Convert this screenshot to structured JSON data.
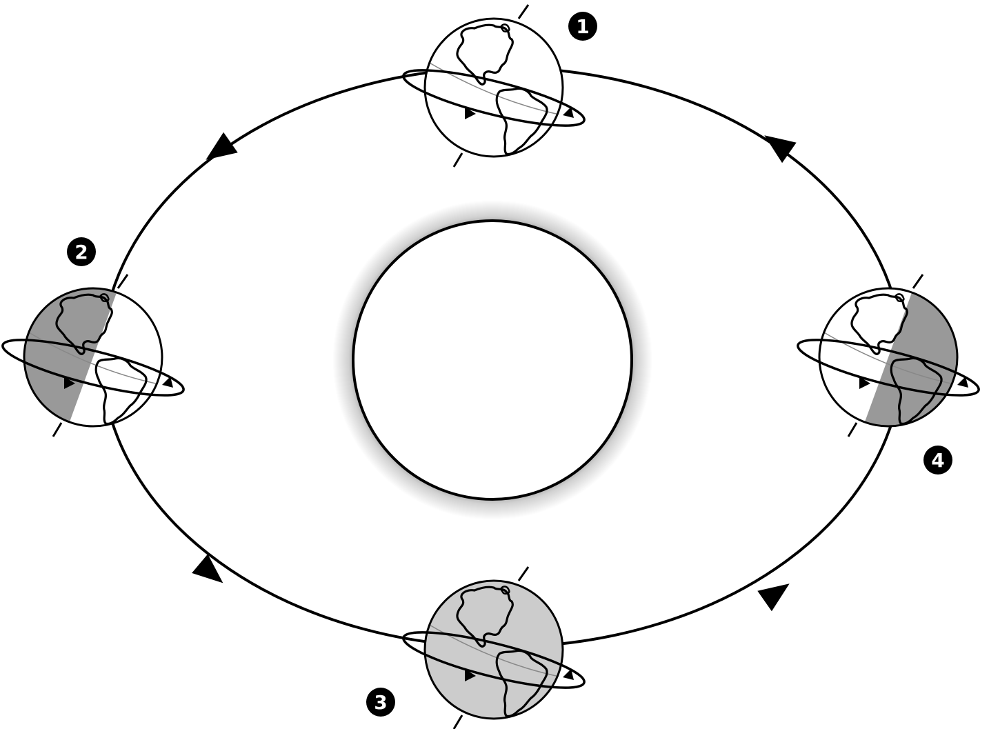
{
  "diagram": {
    "earths": [
      {
        "id": "1",
        "label": "1",
        "shading": "none"
      },
      {
        "id": "2",
        "label": "2",
        "shading": "left-half"
      },
      {
        "id": "3",
        "label": "3",
        "shading": "full"
      },
      {
        "id": "4",
        "label": "4",
        "shading": "right-half"
      }
    ],
    "orbit_direction": "counterclockwise",
    "colors": {
      "line": "#000000",
      "night_dark": "#999999",
      "night_light": "#cccccc",
      "sun_fill": "#ffffff"
    }
  }
}
